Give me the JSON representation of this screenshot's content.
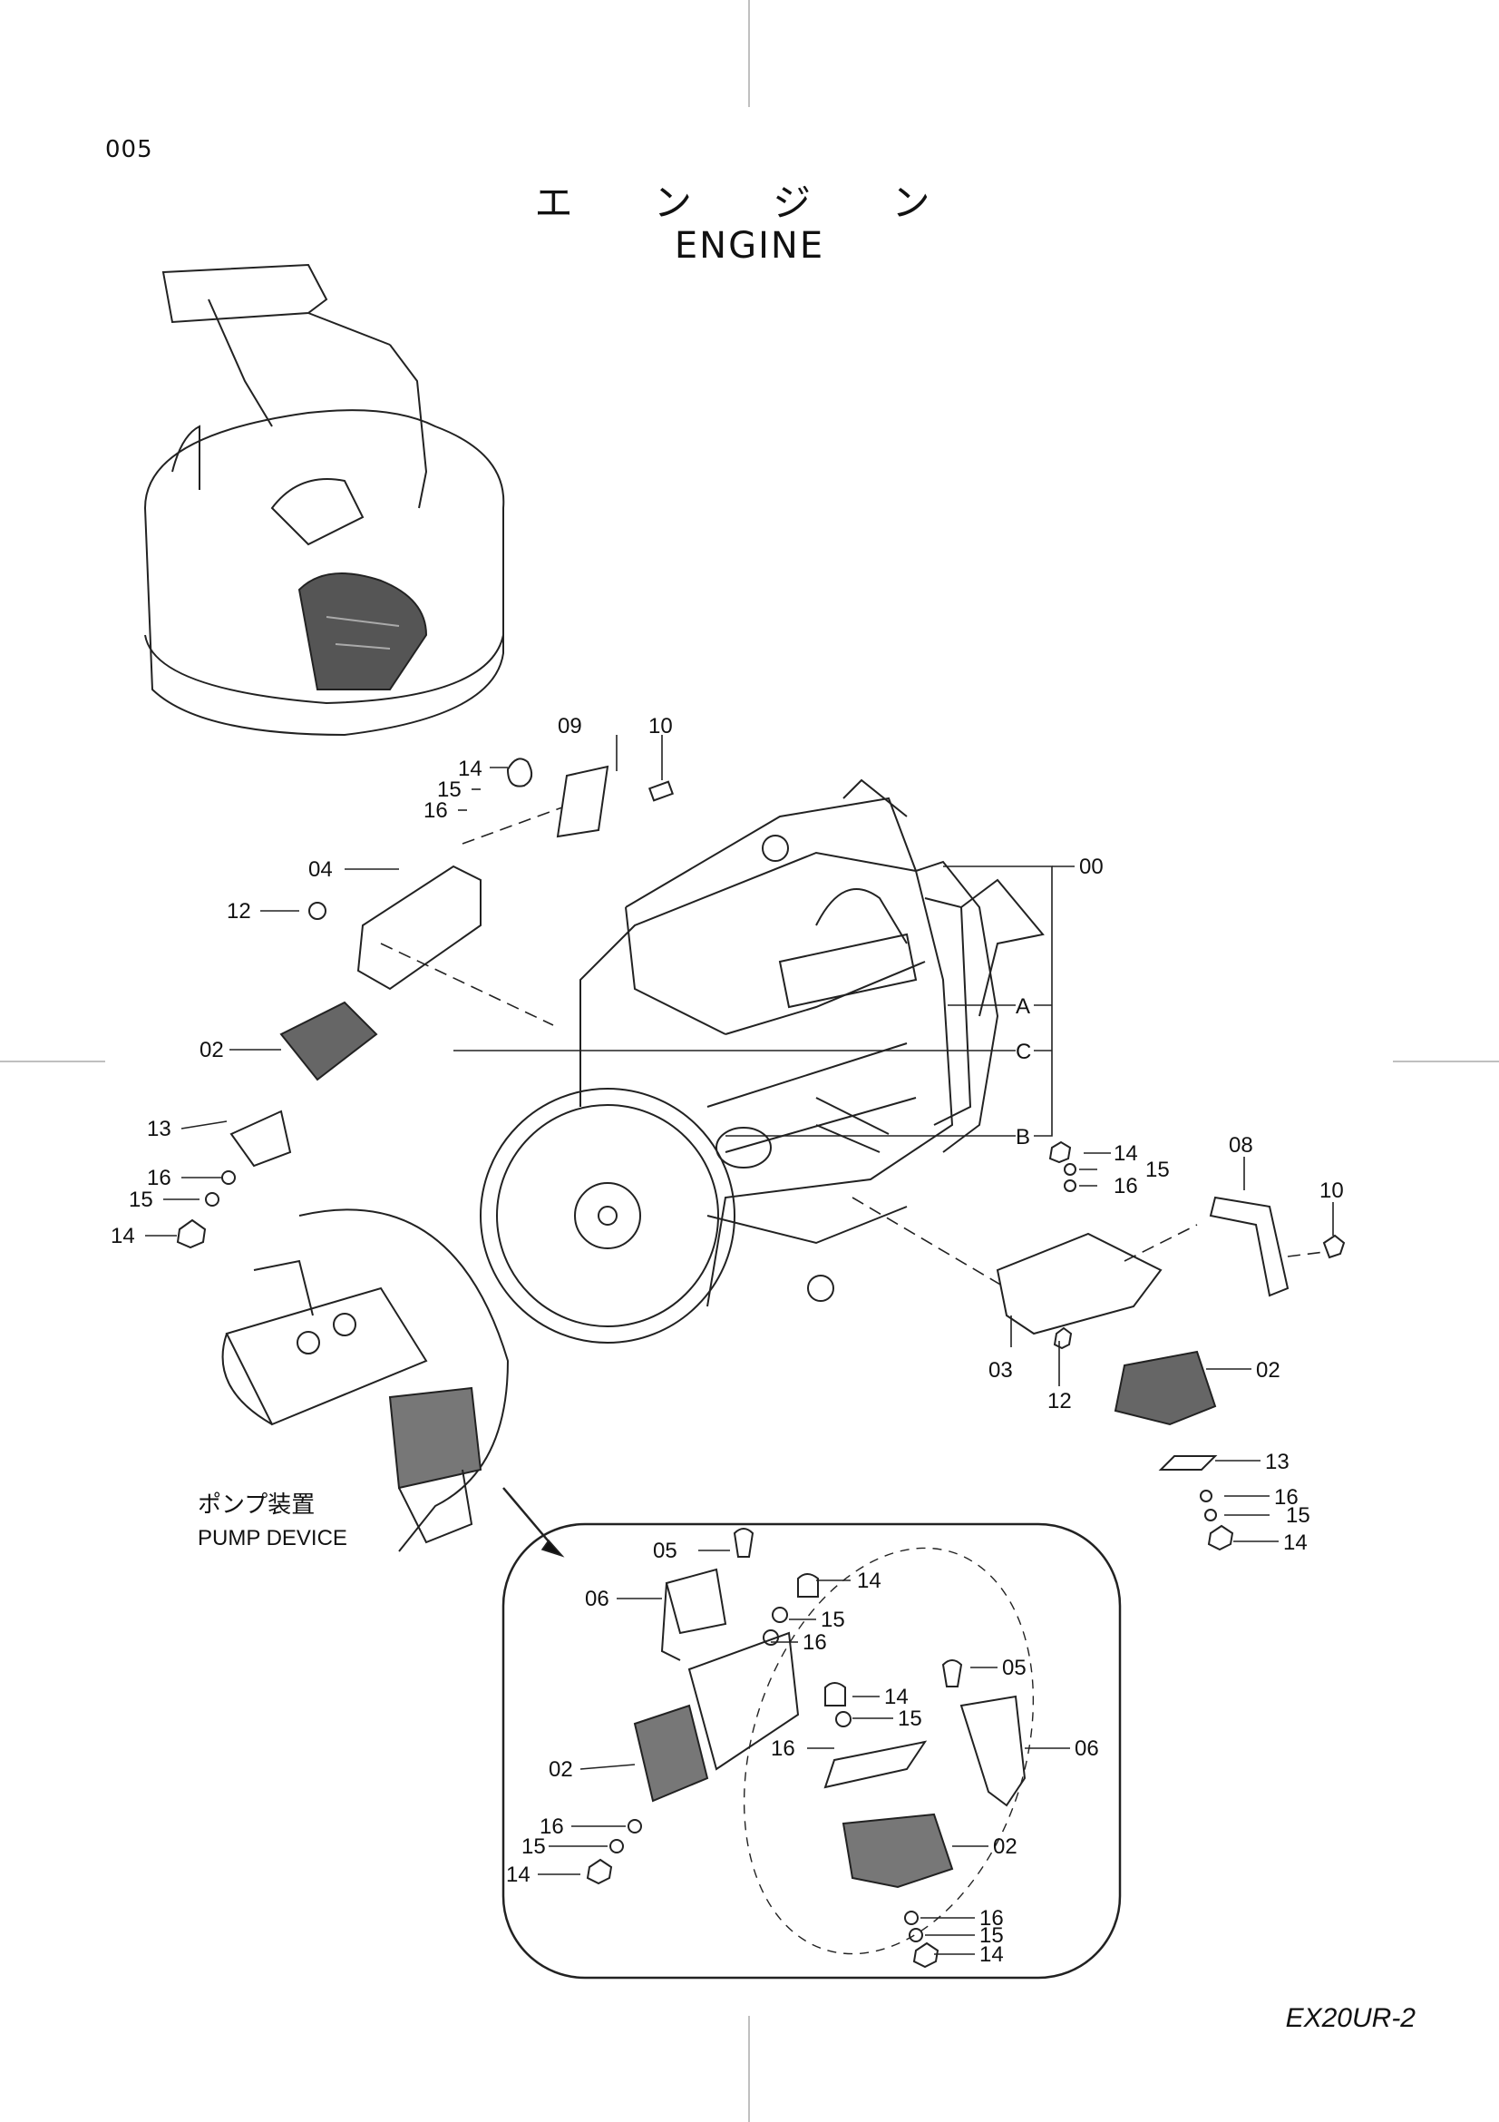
{
  "page": {
    "code": "005",
    "title_jp": "エ ン ジ ン",
    "title_en": "ENGINE",
    "model": "EX20UR-2"
  },
  "pump_device": {
    "label_jp": "ポンプ装置",
    "label_en": "PUMP DEVICE"
  },
  "callouts": {
    "main": [
      "14",
      "15",
      "16",
      "09",
      "10",
      "04",
      "12",
      "02",
      "13",
      "16",
      "15",
      "14",
      "00",
      "A",
      "C",
      "B",
      "14",
      "15",
      "16",
      "08",
      "10",
      "03",
      "12",
      "02",
      "13",
      "16",
      "15",
      "14"
    ],
    "inset": [
      "05",
      "14",
      "06",
      "15",
      "16",
      "05",
      "14",
      "15",
      "16",
      "06",
      "02",
      "16",
      "15",
      "14",
      "02",
      "16",
      "15",
      "14"
    ]
  }
}
